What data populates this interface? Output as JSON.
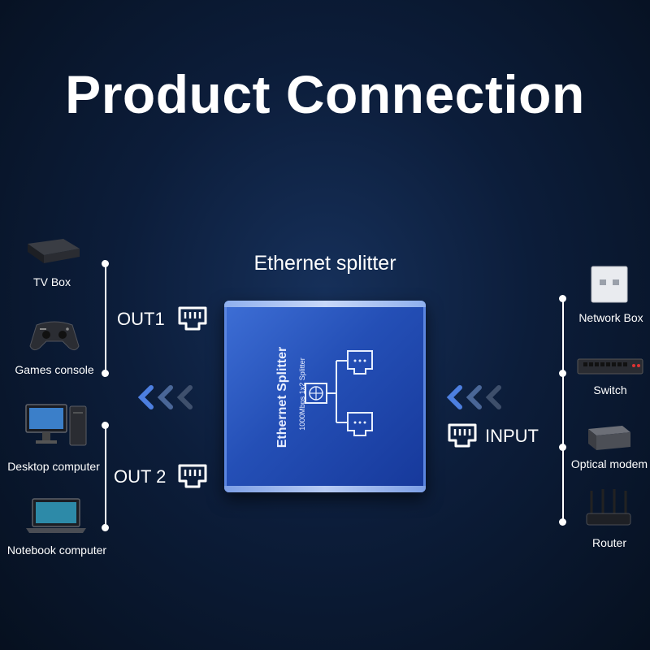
{
  "title": "Product Connection",
  "splitter": {
    "label": "Ethernet splitter",
    "box_text_main": "Ethernet Splitter",
    "box_text_sub": "1000Mbps 1x2 Splitter"
  },
  "ports": {
    "out1": "OUT1",
    "out2": "OUT 2",
    "input": "INPUT"
  },
  "left_devices": [
    {
      "label": "TV Box"
    },
    {
      "label": "Games console"
    },
    {
      "label": "Desktop computer"
    },
    {
      "label": "Notebook computer"
    }
  ],
  "right_devices": [
    {
      "label": "Network Box"
    },
    {
      "label": "Switch"
    },
    {
      "label": "Optical modem"
    },
    {
      "label": "Router"
    }
  ],
  "colors": {
    "accent": "#2f5fd0",
    "chevron": "#4d7fe0"
  }
}
